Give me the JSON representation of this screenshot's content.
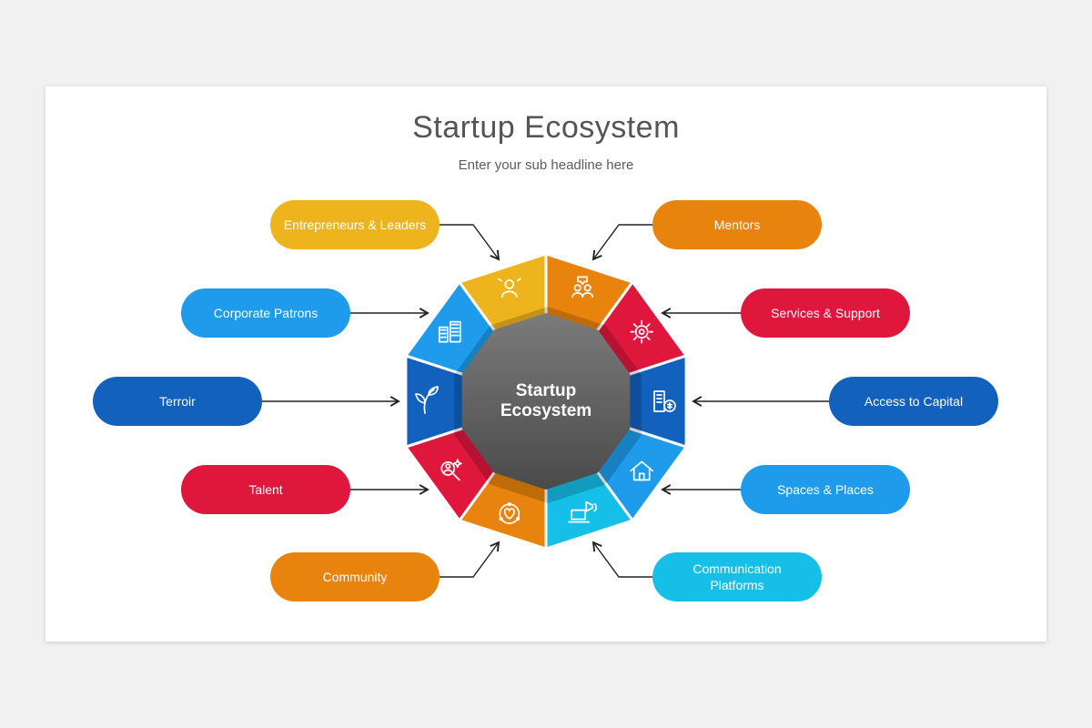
{
  "page": {
    "background": "#F1F1F1",
    "slide_background": "#FFFFFF"
  },
  "header": {
    "title": "Startup Ecosystem",
    "subtitle": "Enter your sub headline here"
  },
  "center": {
    "line1": "Startup",
    "line2": "Ecosystem",
    "fill_top": "#7B7B7B",
    "fill_bottom": "#4A4A4A"
  },
  "connector_color": "#222222",
  "items": [
    {
      "id": "entrepreneurs-leaders",
      "label": "Entrepreneurs & Leaders",
      "color": "#EDB41E",
      "icon": "person-pin-icon"
    },
    {
      "id": "mentors",
      "label": "Mentors",
      "color": "#E8830D",
      "icon": "mentors-chat-icon"
    },
    {
      "id": "corporate-patrons",
      "label": "Corporate Patrons",
      "color": "#1E9BEB",
      "icon": "corporate-buildings-icon"
    },
    {
      "id": "services-support",
      "label": "Services & Support",
      "color": "#E0173C",
      "icon": "services-gear-icon"
    },
    {
      "id": "terroir",
      "label": "Terroir",
      "color": "#1161BD",
      "icon": "terroir-leaf-icon"
    },
    {
      "id": "access-to-capital",
      "label": "Access to Capital",
      "color": "#1161BD",
      "icon": "capital-building-icon"
    },
    {
      "id": "talent",
      "label": "Talent",
      "color": "#E0173C",
      "icon": "talent-search-icon"
    },
    {
      "id": "spaces-places",
      "label": "Spaces & Places",
      "color": "#1E9BEB",
      "icon": "spaces-house-icon"
    },
    {
      "id": "community",
      "label": "Community",
      "color": "#E8830D",
      "icon": "community-heart-icon"
    },
    {
      "id": "communication-platforms",
      "label": "Communication Platforms",
      "color": "#15BFE8",
      "icon": "communication-megaphone-icon"
    }
  ]
}
